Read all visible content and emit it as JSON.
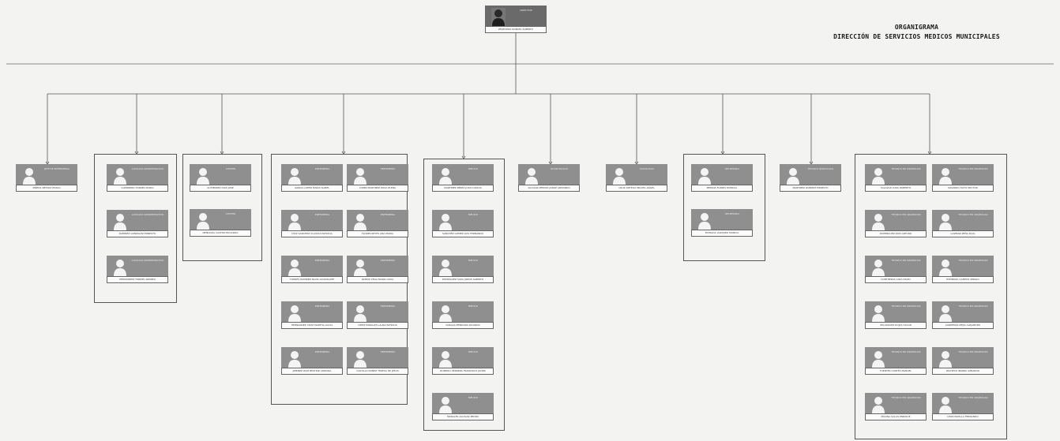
{
  "header": {
    "title": "ORGANIGRAMA",
    "subtitle": "DIRECCIÓN DE SERVICIOS MEDICOS MUNICIPALES"
  },
  "director": {
    "position": "DIRECTOR",
    "name": "ZERECERO ROBLES ALBERTO"
  },
  "departments": [
    {
      "members": [
        {
          "position": "JEFE DE ENFERMERIA",
          "name": "PIÑEDA REYNAT EMILIO"
        }
      ]
    },
    {
      "members": [
        {
          "position": "AUXILIAR ADMINISTRATIVO",
          "name": "GUERRERO TORRES MARIO"
        },
        {
          "position": "AUXILIAR ADMINISTRATIVO",
          "name": "RAMIREZ GONZALEZ ERNESTO"
        },
        {
          "position": "AUXILIAR ADMINISTRATIVO",
          "name": "HERNANDEZ TORRES ANDREA"
        }
      ]
    },
    {
      "members": [
        {
          "position": "CHOFER",
          "name": "GUTIERREZ DIAZ JOSE"
        },
        {
          "position": "CHOFER",
          "name": "MENDOZA CASTRO EDUARDO"
        }
      ]
    },
    {
      "members": [
        {
          "position": "ENFERMERA",
          "name": "GARCIA LOPEZ MARIA ISABEL"
        },
        {
          "position": "ENFERMERA",
          "name": "LOPEZ MARTINEZ ROSA ELENA"
        },
        {
          "position": "ENFERMERA",
          "name": "DIAZ SANCHEZ CLAUDIA PATRICIA"
        },
        {
          "position": "ENFERMERA",
          "name": "FLORES REYES ANA MARIA"
        },
        {
          "position": "ENFERMERA",
          "name": "TORRES RAMIREZ SILVIA GUADALUPE"
        },
        {
          "position": "ENFERMERA",
          "name": "RAMOS VEGA MARIA LUISA"
        },
        {
          "position": "ENFERMERA",
          "name": "HERNANDEZ CRUZ MARTHA ALICIA"
        },
        {
          "position": "ENFERMERA",
          "name": "ORTIZ MORALES LAURA PATRICIA"
        },
        {
          "position": "ENFERMERA",
          "name": "JIMENEZ RUIZ BEATRIZ ADRIANA"
        },
        {
          "position": "ENFERMERA",
          "name": "CASTILLO NUÑEZ TERESA DE JESUS"
        }
      ]
    },
    {
      "members": [
        {
          "position": "MEDICO",
          "name": "MARTINEZ PEREZ JUAN CARLOS"
        },
        {
          "position": "MEDICO",
          "name": "SANCHEZ GOMEZ LUIS FERNANDO"
        },
        {
          "position": "MEDICO",
          "name": "RODRIGUEZ SILVA JORGE ALBERTO"
        },
        {
          "position": "MEDICO",
          "name": "VARGAS MENDOZA RICARDO"
        },
        {
          "position": "MEDICO",
          "name": "ROMERO HERRERA FRANCISCO JAVIER"
        },
        {
          "position": "MEDICO",
          "name": "MORALES AGUILAR PEDRO"
        }
      ]
    },
    {
      "members": [
        {
          "position": "ODONTOLOGO",
          "name": "AGUILAR MEDINA JORGE ARMANDO"
        }
      ]
    },
    {
      "members": [
        {
          "position": "PSICOLOGO",
          "name": "CRUZ ORTEGA MIGUEL ANGEL"
        }
      ]
    },
    {
      "members": [
        {
          "position": "SECRETARIA",
          "name": "MEDINA FLORES PATRICIA"
        },
        {
          "position": "SECRETARIA",
          "name": "ESTRADA VAZQUEZ MONICA"
        }
      ]
    },
    {
      "members": [
        {
          "position": "TECNICO RADIOLOGO",
          "name": "MARTINEZ RAMIREZ ERNESTO"
        }
      ]
    },
    {
      "members": [
        {
          "position": "TECNICO EN URGENCIAS",
          "name": "SALAZAR LUNA ROBERTO"
        },
        {
          "position": "TECNICO EN URGENCIAS",
          "name": "NAVARRO SOTO HECTOR"
        },
        {
          "position": "TECNICO EN URGENCIAS",
          "name": "DOMINGUEZ RIOS ARTURO"
        },
        {
          "position": "TECNICO EN URGENCIAS",
          "name": "GUZMAN PEÑA RAUL"
        },
        {
          "position": "TECNICO EN URGENCIAS",
          "name": "CONTRERAS LARA DAVID"
        },
        {
          "position": "TECNICO EN URGENCIAS",
          "name": "ESPINOZA CAMPOS SERGIO"
        },
        {
          "position": "TECNICO EN URGENCIAS",
          "name": "VELAZQUEZ ROJAS OSCAR"
        },
        {
          "position": "TECNICO EN URGENCIAS",
          "name": "CARDENAS MEJIA ALEJANDRO"
        },
        {
          "position": "TECNICO EN URGENCIAS",
          "name": "FUENTES CORTES MANUEL"
        },
        {
          "position": "TECNICO EN URGENCIAS",
          "name": "PACHECO IBARRA GERARDO"
        },
        {
          "position": "TECNICO EN URGENCIAS",
          "name": "MOLINA SALAS ENRIQUE"
        },
        {
          "position": "TECNICO EN URGENCIAS",
          "name": "LEON PADILLA FERNANDO"
        }
      ]
    }
  ],
  "colors": {
    "card": "#8f8f8f",
    "line": "#555555",
    "paper": "#f3f3f1"
  }
}
